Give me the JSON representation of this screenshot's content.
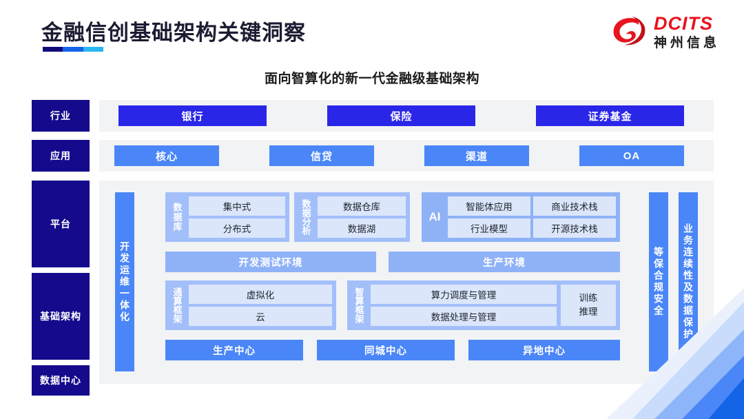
{
  "header": {
    "title": "金融信创基础架构关键洞察",
    "logo_en": "DCITS",
    "logo_cn": "神州信息",
    "subtitle": "面向智算化的新一代金融级基础架构"
  },
  "colors": {
    "navy": "#150a8c",
    "strong_blue": "#2a26e8",
    "mid_blue": "#4a86f7",
    "soft_blue": "#8fb2f7",
    "periwinkle": "#a3bffa",
    "cell": "#dbe6fb",
    "band": "#f2f3f5",
    "logo_red": "#e8141e"
  },
  "left_labels": [
    {
      "key": "industry",
      "label": "行业"
    },
    {
      "key": "application",
      "label": "应用"
    },
    {
      "key": "platform",
      "label": "平台"
    },
    {
      "key": "infrastructure",
      "label": "基础架构"
    },
    {
      "key": "datacenter",
      "label": "数据中心"
    }
  ],
  "industry_row": {
    "items": [
      "银行",
      "保险",
      "证券基金"
    ]
  },
  "application_row": {
    "items": [
      "核心",
      "信贷",
      "渠道",
      "OA"
    ]
  },
  "side_bars": {
    "left": "开发运维一体化",
    "right_inner": "等保合规安全",
    "right_outer": "业务连续性及数据保护"
  },
  "platform": {
    "groups": [
      {
        "label": "数据库",
        "cells": [
          "集中式",
          "分布式"
        ]
      },
      {
        "label": "数据分析",
        "cells": [
          "数据仓库",
          "数据湖"
        ]
      }
    ],
    "ai": {
      "tag": "AI",
      "cells": [
        "智能体应用",
        "商业技术栈",
        "行业模型",
        "开源技术栈"
      ]
    },
    "environments": [
      "开发测试环境",
      "生产环境"
    ]
  },
  "infrastructure": {
    "general_framework": {
      "label": "通算框架",
      "cells": [
        "虚拟化",
        "云"
      ]
    },
    "intelligent_framework": {
      "label": "智算框架",
      "cells": [
        "算力调度与管理",
        "数据处理与管理"
      ],
      "side_cell_line1": "训练",
      "side_cell_line2": "推理"
    }
  },
  "datacenter": {
    "items": [
      "生产中心",
      "同城中心",
      "异地中心"
    ]
  }
}
